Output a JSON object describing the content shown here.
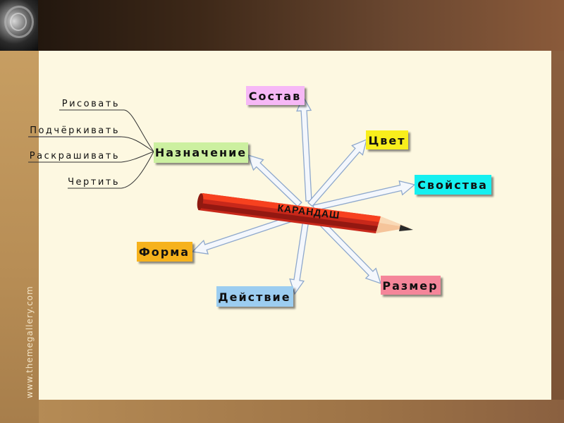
{
  "watermark": "www.themegallery.com",
  "center_label": "КАРАНДАШ",
  "purposes": [
    "Рисовать",
    "Подчёркивать",
    "Раскрашивать",
    "Чертить"
  ],
  "nodes": {
    "naznachenie": {
      "label": "Назначение",
      "color": "#ccf0a0"
    },
    "sostav": {
      "label": "Состав",
      "color": "#f6b8f6"
    },
    "cvet": {
      "label": "Цвет",
      "color": "#f8ee1c"
    },
    "svoystva": {
      "label": "Свойства",
      "color": "#18f0f0"
    },
    "forma": {
      "label": "Форма",
      "color": "#f6b21c"
    },
    "deystvie": {
      "label": "Действие",
      "color": "#9ccdf0"
    },
    "razmer": {
      "label": "Размер",
      "color": "#f5869a"
    }
  }
}
